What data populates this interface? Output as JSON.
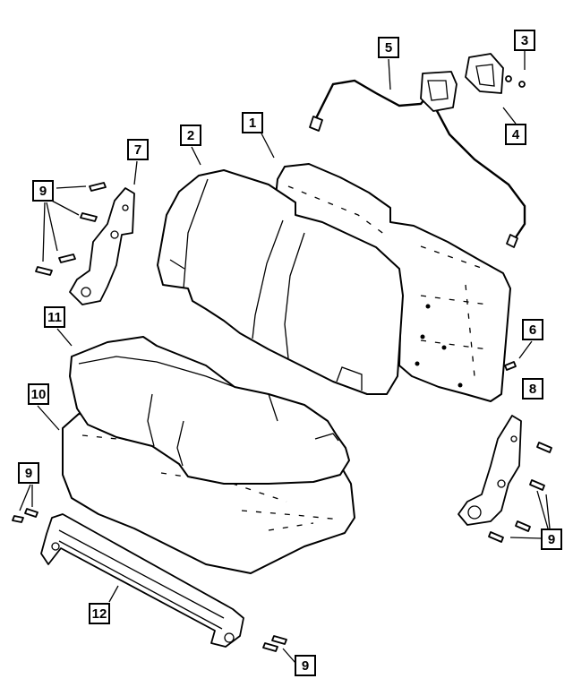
{
  "callouts": [
    {
      "id": "c1",
      "label": "1"
    },
    {
      "id": "c2",
      "label": "2"
    },
    {
      "id": "c3",
      "label": "3"
    },
    {
      "id": "c4",
      "label": "4"
    },
    {
      "id": "c5",
      "label": "5"
    },
    {
      "id": "c6",
      "label": "6"
    },
    {
      "id": "c7",
      "label": "7"
    },
    {
      "id": "c8",
      "label": "8"
    },
    {
      "id": "c9a",
      "label": "9"
    },
    {
      "id": "c9b",
      "label": "9"
    },
    {
      "id": "c9c",
      "label": "9"
    },
    {
      "id": "c9d",
      "label": "9"
    },
    {
      "id": "c10",
      "label": "10"
    },
    {
      "id": "c11",
      "label": "11"
    },
    {
      "id": "c12",
      "label": "12"
    }
  ]
}
